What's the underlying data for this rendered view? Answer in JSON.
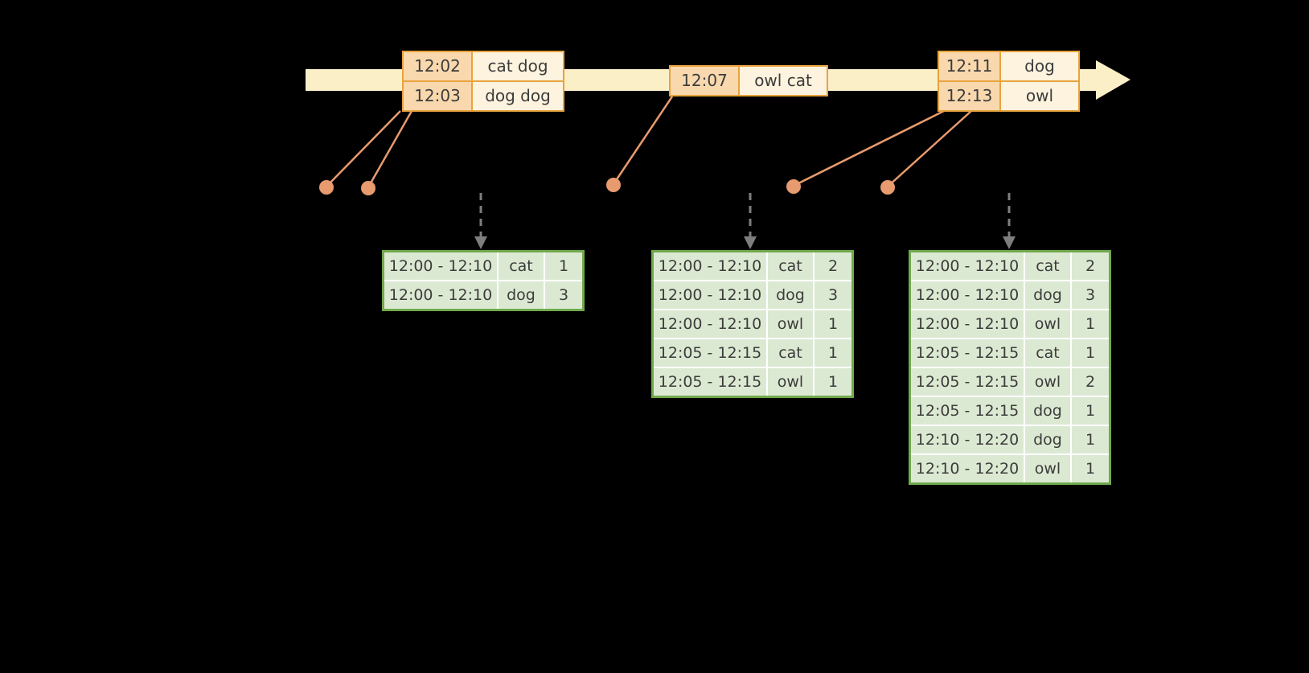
{
  "colors": {
    "background": "#000000",
    "timeline-fill": "#FBEFC8",
    "event-border": "#E8A33C",
    "event-time-fill": "#F9D8AE",
    "event-word-fill": "#FDF3DE",
    "connector": "#E89B6F",
    "table-border": "#71A94E",
    "table-cell-fill": "#DCE9D2",
    "grid-line": "#FFFFFF",
    "text": "#3C3C3C",
    "trigger-arrow": "#7E7E7E"
  },
  "event_boxes": [
    {
      "rows": [
        {
          "time": "12:02",
          "words": "cat dog"
        },
        {
          "time": "12:03",
          "words": "dog dog"
        }
      ]
    },
    {
      "rows": [
        {
          "time": "12:07",
          "words": "owl cat"
        }
      ]
    },
    {
      "rows": [
        {
          "time": "12:11",
          "words": "dog"
        },
        {
          "time": "12:13",
          "words": "owl"
        }
      ]
    }
  ],
  "result_tables": [
    {
      "rows": [
        {
          "window": "12:00 - 12:10",
          "word": "cat",
          "count": "1"
        },
        {
          "window": "12:00 - 12:10",
          "word": "dog",
          "count": "3"
        }
      ]
    },
    {
      "rows": [
        {
          "window": "12:00 - 12:10",
          "word": "cat",
          "count": "2"
        },
        {
          "window": "12:00 - 12:10",
          "word": "dog",
          "count": "3"
        },
        {
          "window": "12:00 - 12:10",
          "word": "owl",
          "count": "1"
        },
        {
          "window": "12:05 - 12:15",
          "word": "cat",
          "count": "1"
        },
        {
          "window": "12:05 - 12:15",
          "word": "owl",
          "count": "1"
        }
      ]
    },
    {
      "rows": [
        {
          "window": "12:00 - 12:10",
          "word": "cat",
          "count": "2"
        },
        {
          "window": "12:00 - 12:10",
          "word": "dog",
          "count": "3"
        },
        {
          "window": "12:00 - 12:10",
          "word": "owl",
          "count": "1"
        },
        {
          "window": "12:05 - 12:15",
          "word": "cat",
          "count": "1"
        },
        {
          "window": "12:05 - 12:15",
          "word": "owl",
          "count": "2"
        },
        {
          "window": "12:05 - 12:15",
          "word": "dog",
          "count": "1"
        },
        {
          "window": "12:10 - 12:20",
          "word": "dog",
          "count": "1"
        },
        {
          "window": "12:10 - 12:20",
          "word": "owl",
          "count": "1"
        }
      ]
    }
  ]
}
